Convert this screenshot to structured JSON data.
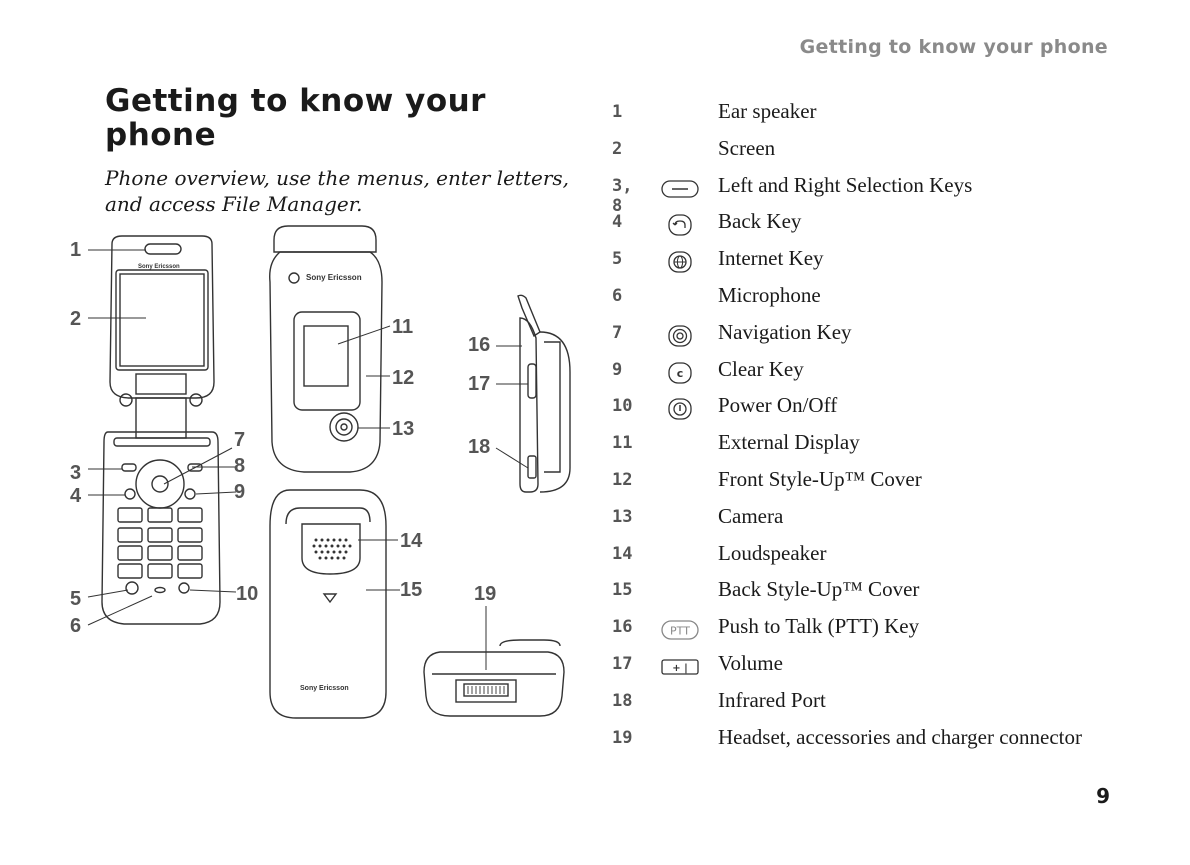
{
  "header": {
    "running_title": "Getting to know your phone"
  },
  "section": {
    "title": "Getting to know your phone",
    "subtitle": "Phone overview, use the menus, enter letters, and access File Manager."
  },
  "illustration": {
    "brand_text": "Sony Ericsson",
    "callouts": {
      "c1": "1",
      "c2": "2",
      "c3": "3",
      "c4": "4",
      "c5": "5",
      "c6": "6",
      "c7": "7",
      "c8": "8",
      "c9": "9",
      "c10": "10",
      "c11": "11",
      "c12": "12",
      "c13": "13",
      "c14": "14",
      "c15": "15",
      "c16": "16",
      "c17": "17",
      "c18": "18",
      "c19": "19"
    }
  },
  "parts": [
    {
      "number": "1",
      "icon": "",
      "name": "Ear speaker"
    },
    {
      "number": "2",
      "icon": "",
      "name": "Screen"
    },
    {
      "number": "3, 8",
      "icon": "selection-key-icon",
      "name": "Left and Right Selection Keys"
    },
    {
      "number": "4",
      "icon": "back-key-icon",
      "name": "Back Key"
    },
    {
      "number": "5",
      "icon": "internet-key-icon",
      "name": "Internet Key"
    },
    {
      "number": "6",
      "icon": "",
      "name": "Microphone"
    },
    {
      "number": "7",
      "icon": "navigation-key-icon",
      "name": "Navigation Key"
    },
    {
      "number": "9",
      "icon": "clear-key-icon",
      "name": "Clear Key"
    },
    {
      "number": "10",
      "icon": "power-key-icon",
      "name": "Power On/Off"
    },
    {
      "number": "11",
      "icon": "",
      "name": "External Display"
    },
    {
      "number": "12",
      "icon": "",
      "name": "Front Style-Up™ Cover"
    },
    {
      "number": "13",
      "icon": "",
      "name": "Camera"
    },
    {
      "number": "14",
      "icon": "",
      "name": "Loudspeaker"
    },
    {
      "number": "15",
      "icon": "",
      "name": "Back Style-Up™ Cover"
    },
    {
      "number": "16",
      "icon": "ptt-key-icon",
      "name": "Push to Talk (PTT) Key"
    },
    {
      "number": "17",
      "icon": "volume-key-icon",
      "name": "Volume"
    },
    {
      "number": "18",
      "icon": "",
      "name": "Infrared Port"
    },
    {
      "number": "19",
      "icon": "",
      "name": "Headset, accessories and charger connector"
    }
  ],
  "icon_glyphs": {
    "clear_key": "c",
    "ptt_key": "PTT",
    "volume_key": "+ |"
  },
  "page": {
    "number": "9"
  }
}
